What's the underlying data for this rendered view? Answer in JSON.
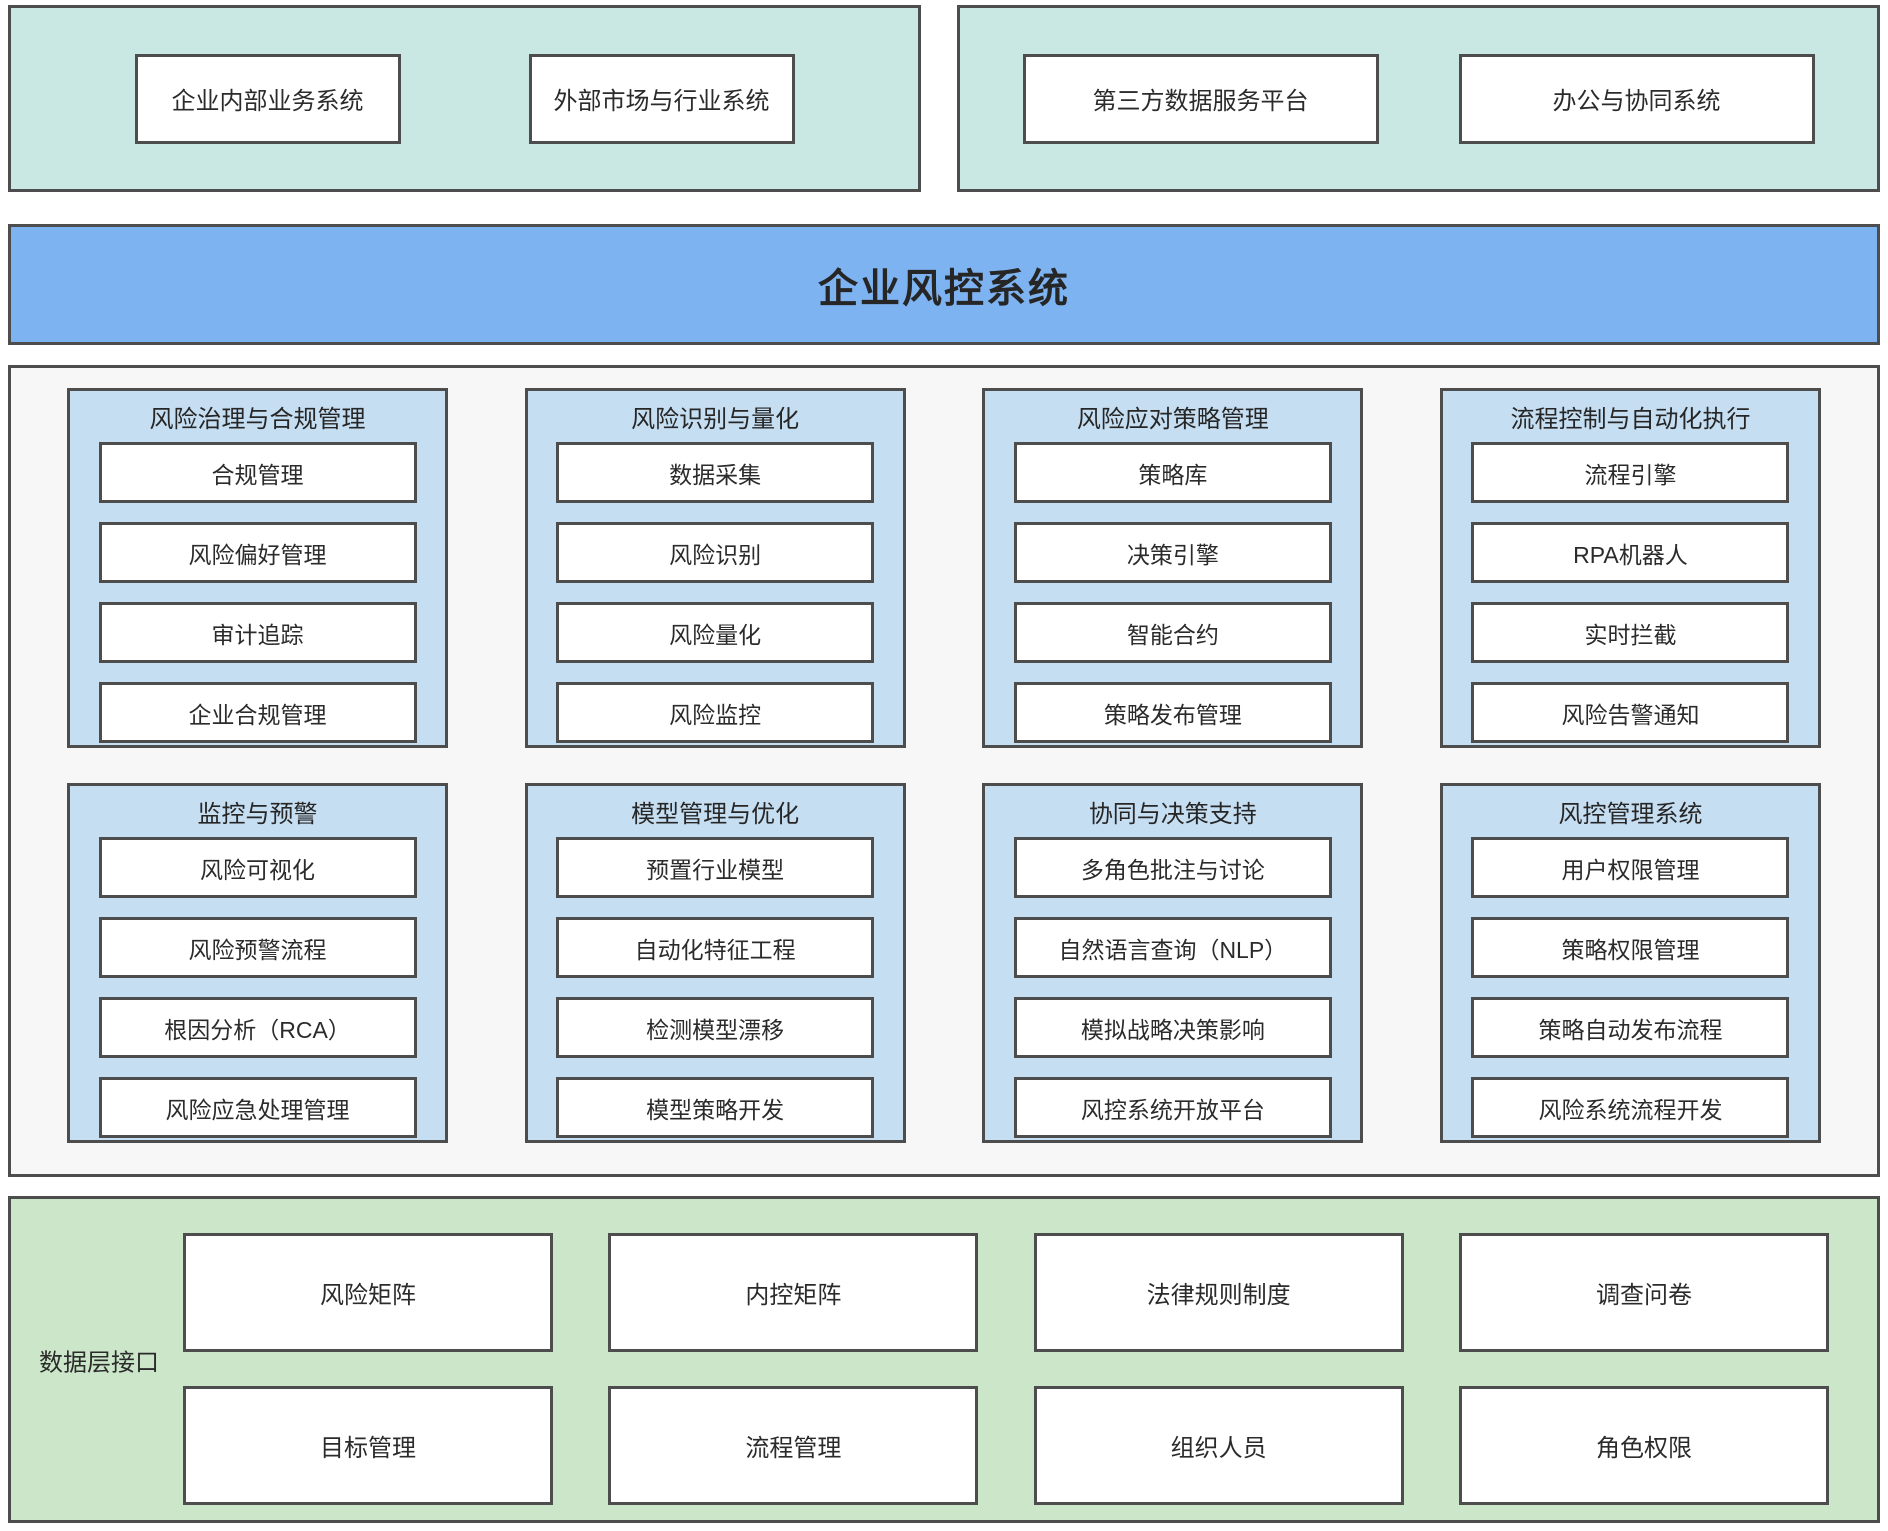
{
  "colors": {
    "teal_bg": "#c9e7e3",
    "banner_bg": "#7eb3f1",
    "group_bg": "#c6def2",
    "core_bg": "#f7f7f8",
    "green_bg": "#cbe6c9",
    "border": "#4d4d4d",
    "text": "#2b2b2b"
  },
  "top": {
    "left": {
      "items": [
        "企业内部业务系统",
        "外部市场与行业系统"
      ]
    },
    "right": {
      "items": [
        "第三方数据服务平台",
        "办公与协同系统"
      ]
    }
  },
  "banner": {
    "title": "企业风控系统"
  },
  "core": {
    "groups": [
      {
        "title": "风险治理与合规管理",
        "items": [
          "合规管理",
          "风险偏好管理",
          "审计追踪",
          "企业合规管理"
        ]
      },
      {
        "title": "风险识别与量化",
        "items": [
          "数据采集",
          "风险识别",
          "风险量化",
          "风险监控"
        ]
      },
      {
        "title": "风险应对策略管理",
        "items": [
          "策略库",
          "决策引擎",
          "智能合约",
          "策略发布管理"
        ]
      },
      {
        "title": "流程控制与自动化执行",
        "items": [
          "流程引擎",
          "RPA机器人",
          "实时拦截",
          "风险告警通知"
        ]
      },
      {
        "title": "监控与预警",
        "items": [
          "风险可视化",
          "风险预警流程",
          "根因分析（RCA）",
          "风险应急处理管理"
        ]
      },
      {
        "title": "模型管理与优化",
        "items": [
          "预置行业模型",
          "自动化特征工程",
          "检测模型漂移",
          "模型策略开发"
        ]
      },
      {
        "title": "协同与决策支持",
        "items": [
          "多角色批注与讨论",
          "自然语言查询（NLP）",
          "模拟战略决策影响",
          "风控系统开放平台"
        ]
      },
      {
        "title": "风控管理系统",
        "items": [
          "用户权限管理",
          "策略权限管理",
          "策略自动发布流程",
          "风险系统流程开发"
        ]
      }
    ]
  },
  "data_layer": {
    "label": "数据层接口",
    "rows": [
      [
        "风险矩阵",
        "内控矩阵",
        "法律规则制度",
        "调查问卷"
      ],
      [
        "目标管理",
        "流程管理",
        "组织人员",
        "角色权限"
      ]
    ]
  }
}
